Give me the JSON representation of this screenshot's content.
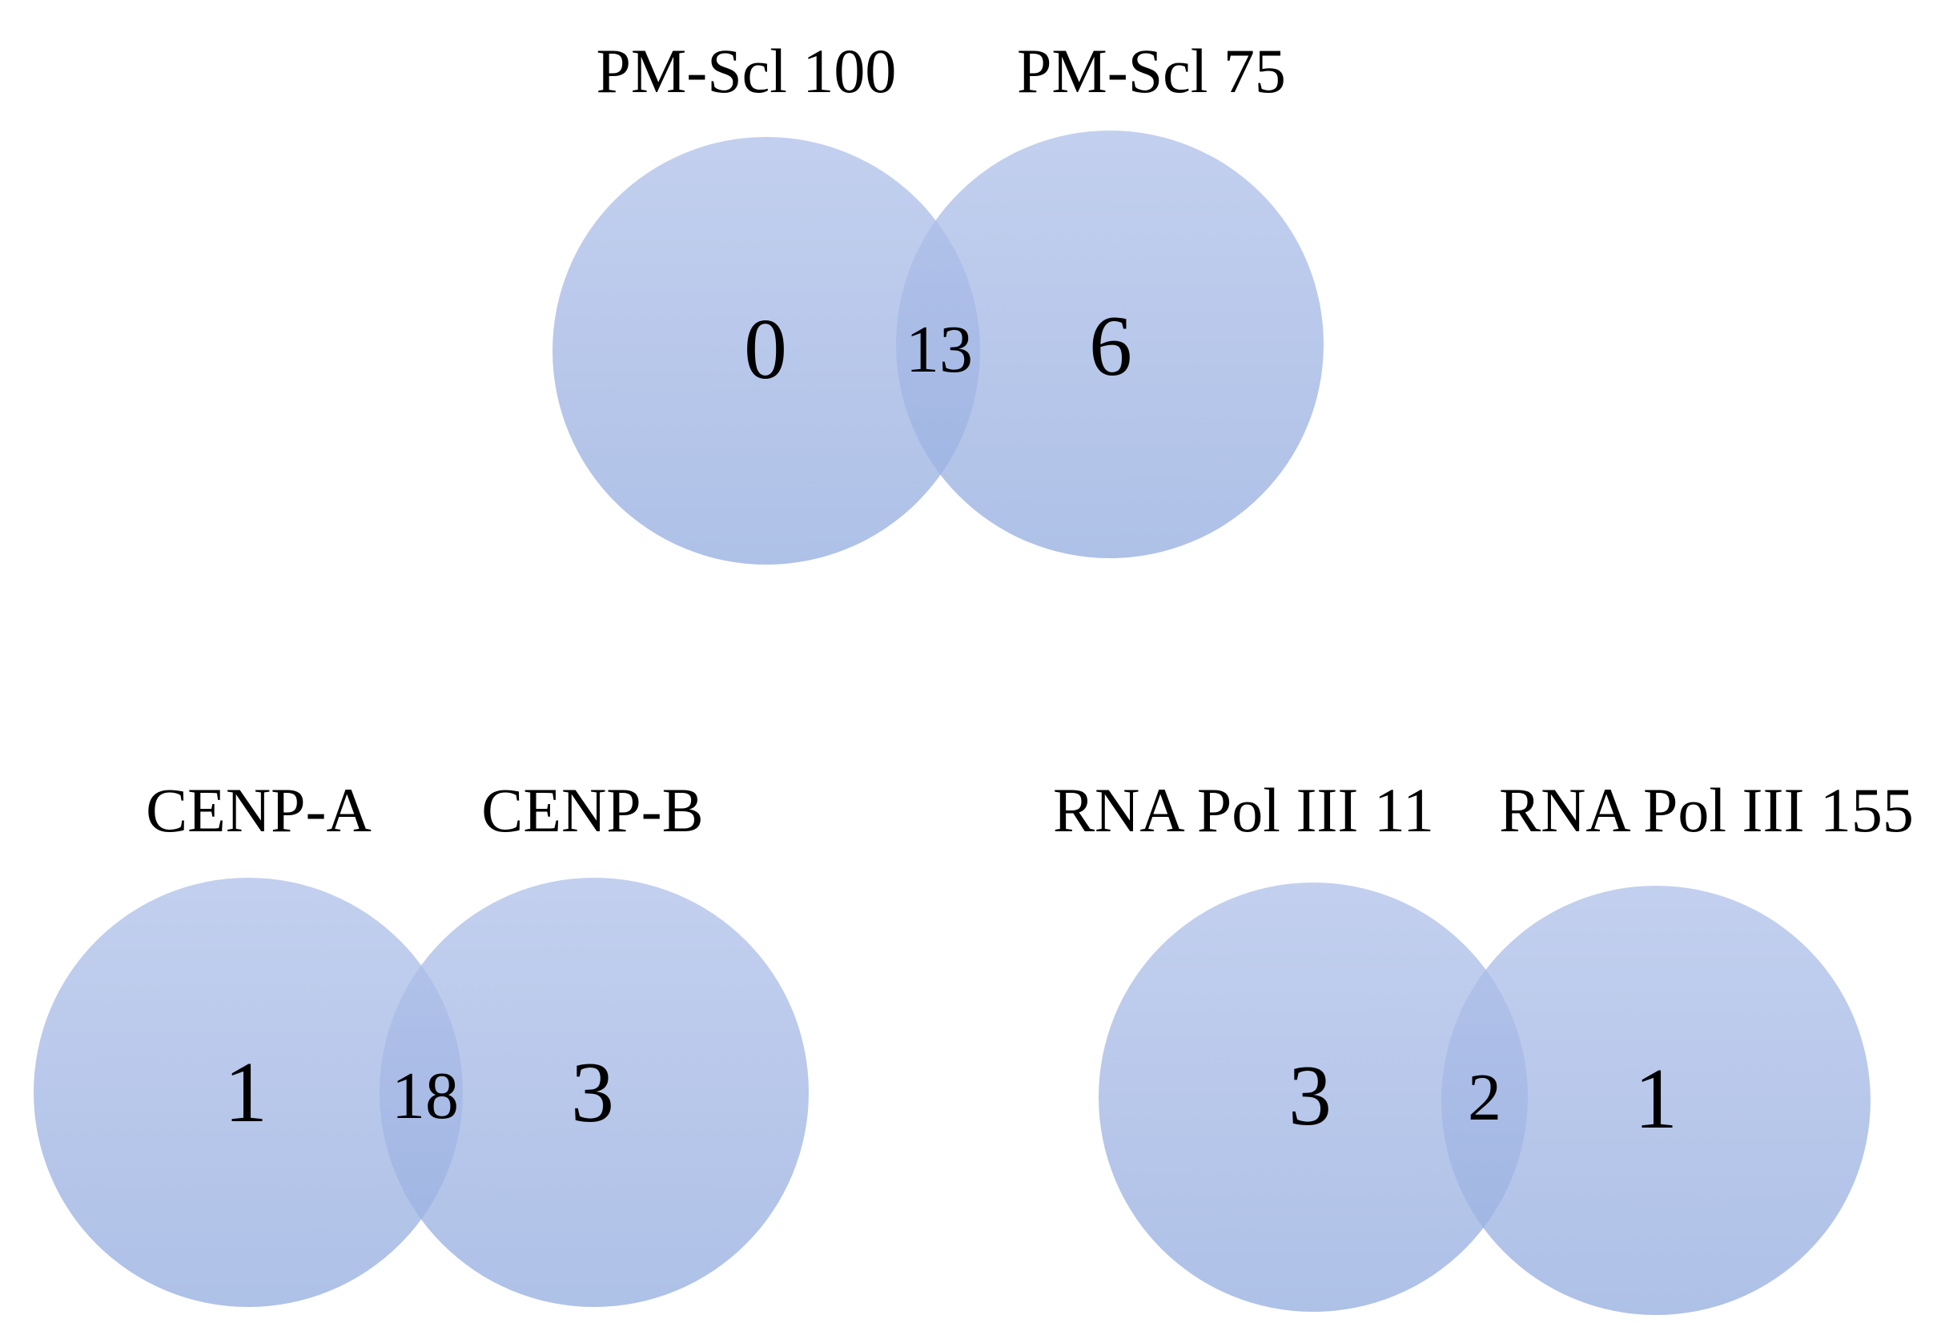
{
  "colors": {
    "circle_top": "#b2c2ea",
    "circle_bottom": "#97afe0",
    "circle_opacity": 0.78,
    "text": "#000000"
  },
  "diagrams": [
    {
      "left_label": "PM-Scl 100",
      "right_label": "PM-Scl 75",
      "left_only": "0",
      "overlap": "13",
      "right_only": "6"
    },
    {
      "left_label": "CENP-A",
      "right_label": "CENP-B",
      "left_only": "1",
      "overlap": "18",
      "right_only": "3"
    },
    {
      "left_label": "RNA Pol III 11",
      "right_label": "RNA Pol III 155",
      "left_only": "3",
      "overlap": "2",
      "right_only": "1"
    }
  ]
}
